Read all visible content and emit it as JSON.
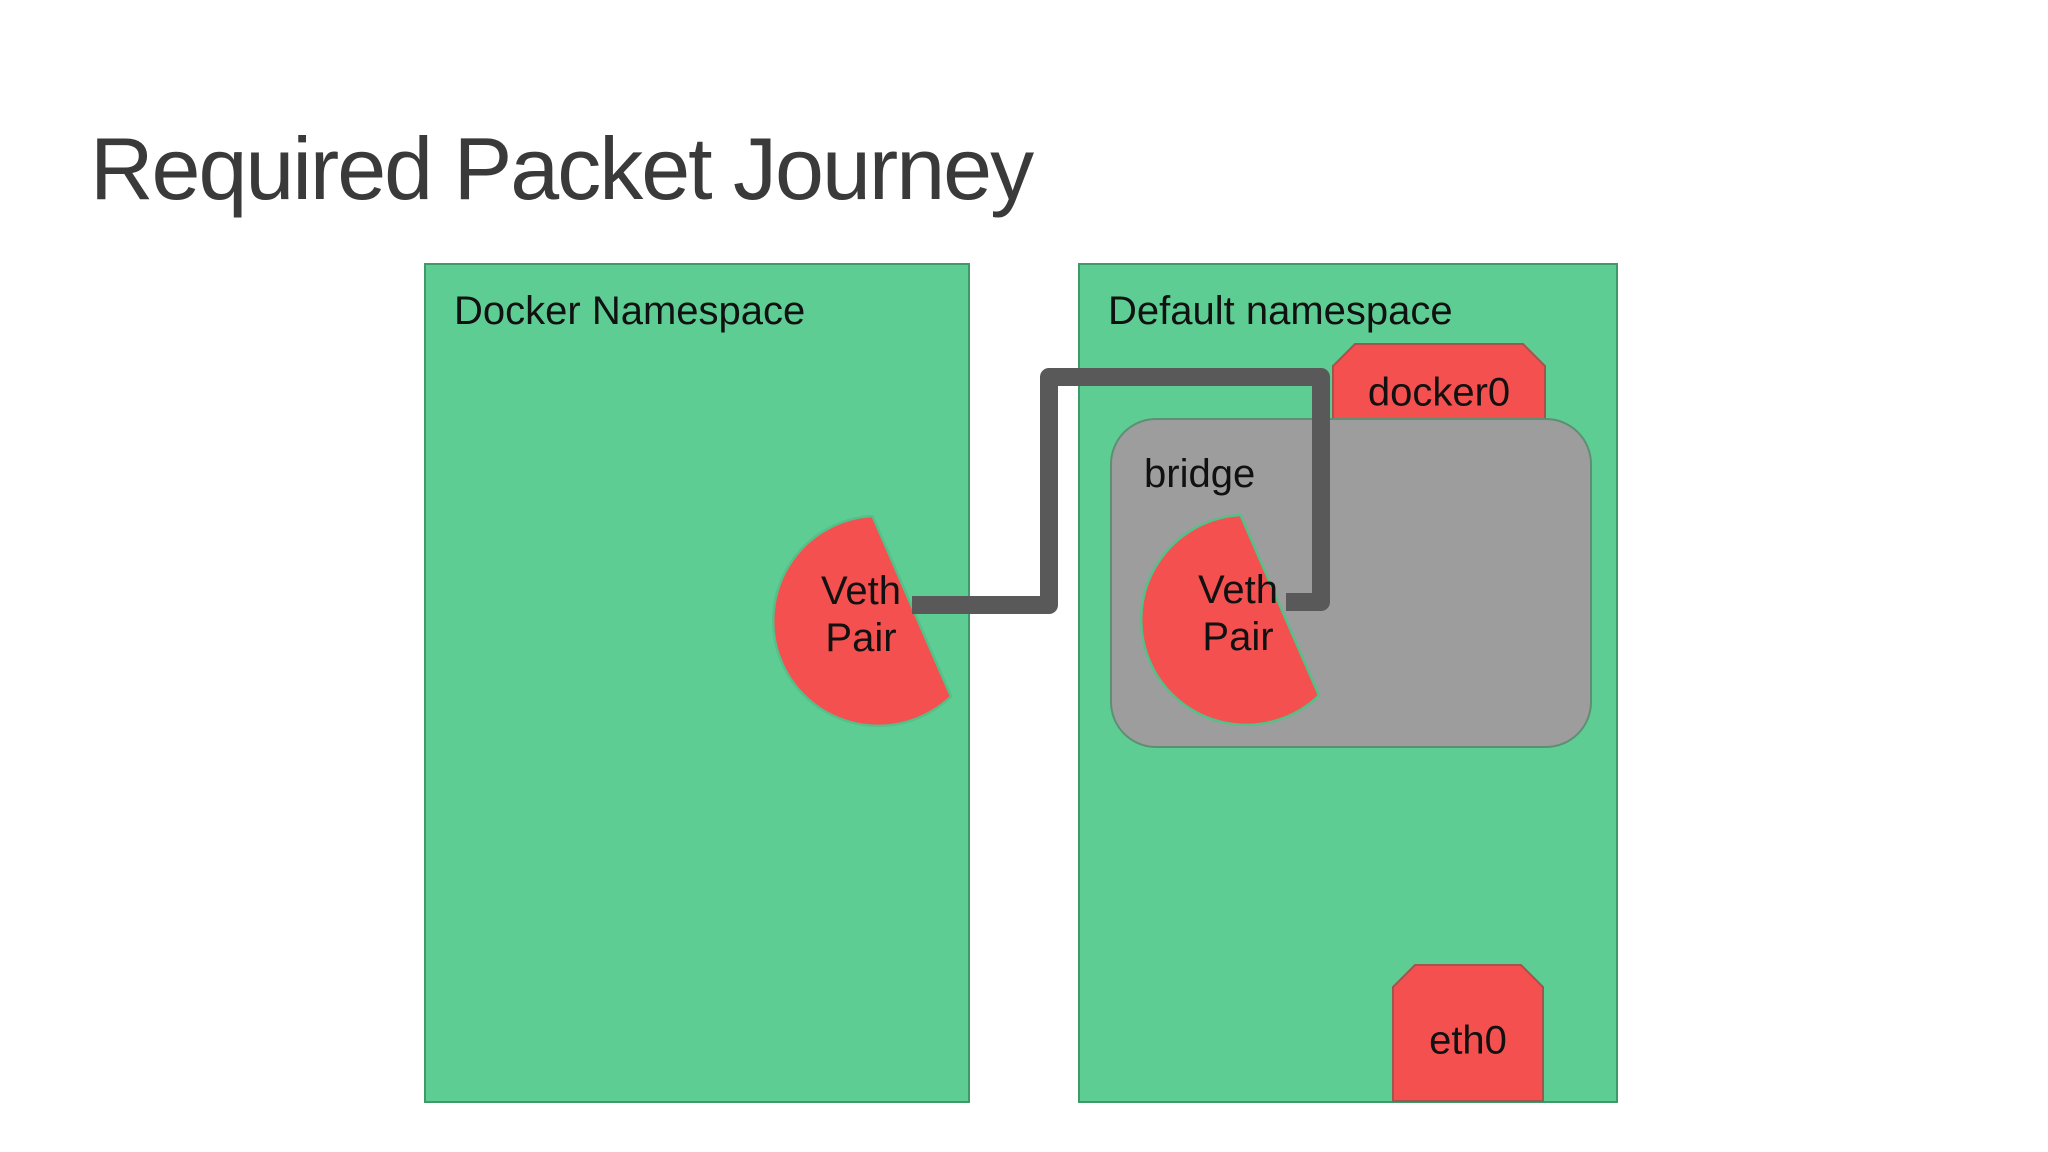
{
  "title": "Required Packet Journey",
  "left_box": {
    "label": "Docker Namespace"
  },
  "right_box": {
    "label": "Default namespace"
  },
  "nodes": {
    "veth_left": {
      "line1": "Veth",
      "line2": "Pair"
    },
    "veth_right": {
      "line1": "Veth",
      "line2": "Pair"
    },
    "docker0": {
      "label": "docker0"
    },
    "bridge": {
      "label": "bridge"
    },
    "eth0": {
      "label": "eth0"
    }
  },
  "connector": {
    "description": "packet path from docker namespace veth pair to bridge veth pair",
    "color": "#595959"
  },
  "colors": {
    "background": "#ffffff",
    "namespace_fill": "#5ecd94",
    "namespace_border": "#3f9a6a",
    "node_fill": "#f4504f",
    "node_border": "#a3544d",
    "veth_border": "#54c08a",
    "bridge_fill": "#9d9d9d",
    "bridge_border": "#5e8f72",
    "title_color": "#3a3a3a",
    "label_color": "#111111"
  }
}
